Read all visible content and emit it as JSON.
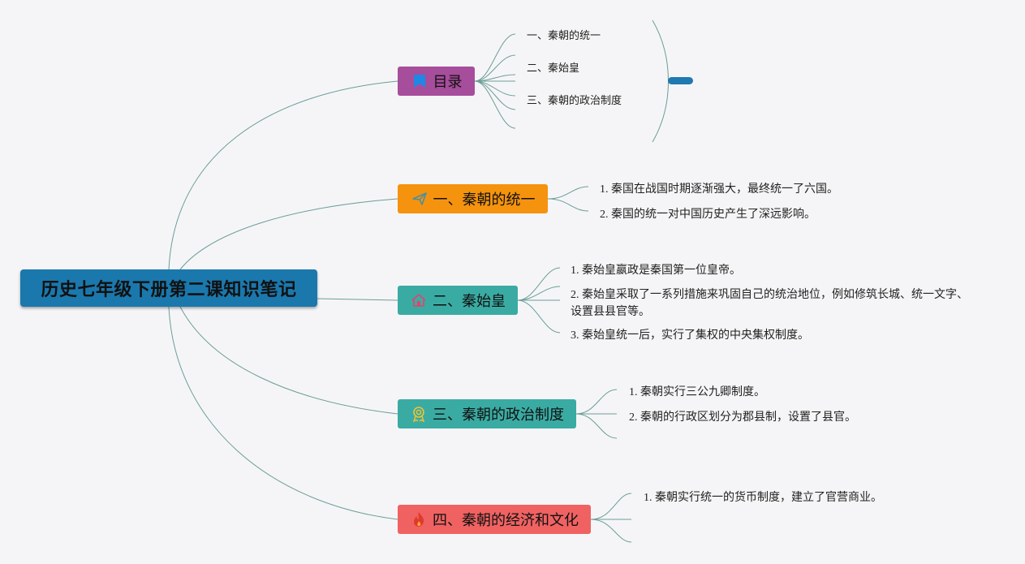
{
  "root": {
    "title": "历史七年级下册第二课知识笔记",
    "color": "#1a78ad"
  },
  "branches": [
    {
      "id": "toc",
      "label": "目录",
      "icon": "flag-icon",
      "color": "#a64d9b",
      "children": [
        "一、秦朝的统一",
        "二、秦始皇",
        "三、秦朝的政治制度"
      ]
    },
    {
      "id": "b1",
      "label": "一、秦朝的统一",
      "icon": "paper-plane-icon",
      "color": "#f5930f",
      "children": [
        "1. 秦国在战国时期逐渐强大，最终统一了六国。",
        "2. 秦国的统一对中国历史产生了深远影响。"
      ]
    },
    {
      "id": "b2",
      "label": "二、秦始皇",
      "icon": "home-icon",
      "color": "#3aaba3",
      "children": [
        "1. 秦始皇嬴政是秦国第一位皇帝。",
        "2. 秦始皇采取了一系列措施来巩固自己的统治地位，例如修筑长城、统一文字、",
        "设置县县官等。",
        "3. 秦始皇统一后，实行了集权的中央集权制度。"
      ]
    },
    {
      "id": "b3",
      "label": "三、秦朝的政治制度",
      "icon": "medal-icon",
      "color": "#3aaba3",
      "children": [
        "1. 秦朝实行三公九卿制度。",
        "2. 秦朝的行政区划分为郡县制，设置了县官。"
      ]
    },
    {
      "id": "b4",
      "label": "四、秦朝的经济和文化",
      "icon": "fire-icon",
      "color": "#f06262",
      "children": [
        "1. 秦朝实行统一的货币制度，建立了官营商业。"
      ]
    }
  ],
  "line_color": "#6b9e97"
}
